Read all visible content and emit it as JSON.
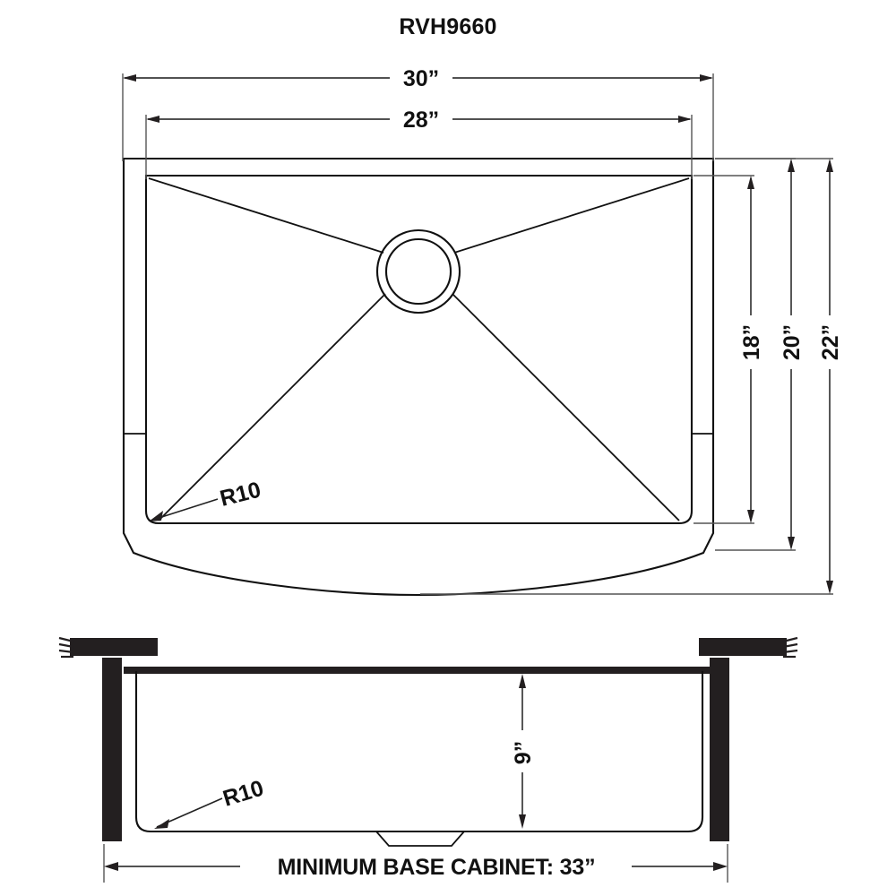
{
  "document": {
    "title": "RVH9660",
    "type": "technical-dimension-drawing",
    "product": "farmhouse apron front kitchen sink"
  },
  "views": {
    "top": {
      "name": "top-view",
      "dimensions": {
        "overall_width": "30”",
        "inner_width": "28”",
        "inner_depth": "18”",
        "basin_depth": "20”",
        "overall_depth": "22”"
      },
      "callouts": {
        "corner_radius": "R10"
      }
    },
    "front": {
      "name": "front-section-view",
      "dimensions": {
        "basin_height": "9”",
        "base_cabinet": "MINIMUM BASE CABINET: 33”"
      },
      "callouts": {
        "corner_radius": "R10"
      }
    }
  },
  "colors": {
    "line": "#111111",
    "dim_line": "#3a3a3a",
    "ext_line": "#555555",
    "solid_fill": "#231f20",
    "background": "#ffffff"
  },
  "chart_data": {
    "type": "table",
    "title": "RVH9660",
    "categories": [
      "overall width",
      "inner width",
      "inner depth",
      "basin depth",
      "overall depth",
      "basin height",
      "minimum base cabinet",
      "corner radius"
    ],
    "values": [
      "30”",
      "28”",
      "18”",
      "20”",
      "22”",
      "9”",
      "33”",
      "R10"
    ]
  }
}
